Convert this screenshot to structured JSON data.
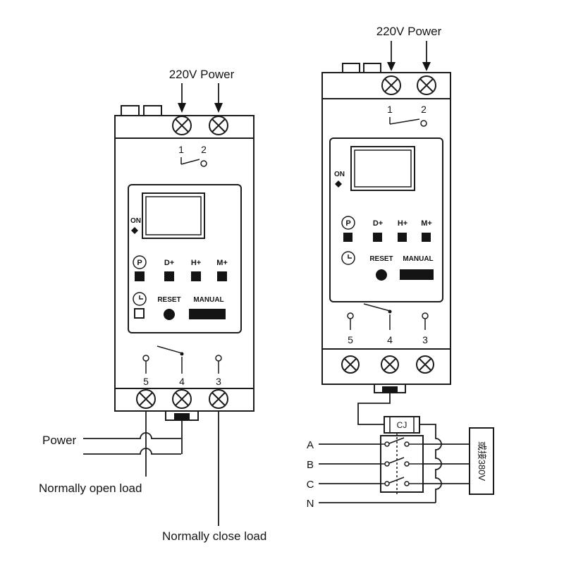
{
  "left_device": {
    "power_label": "220V Power",
    "terminals": {
      "t1": "1",
      "t2": "2",
      "t5": "5",
      "t4": "4",
      "t3": "3"
    },
    "on_label": "ON",
    "buttons": {
      "p": "P",
      "d": "D+",
      "h": "H+",
      "m": "M+",
      "reset": "RESET",
      "manual": "MANUAL"
    }
  },
  "right_device": {
    "power_label": "220V Power",
    "terminals": {
      "t1": "1",
      "t2": "2",
      "t5": "5",
      "t4": "4",
      "t3": "3"
    },
    "on_label": "ON",
    "buttons": {
      "p": "P",
      "d": "D+",
      "h": "H+",
      "m": "M+",
      "reset": "RESET",
      "manual": "MANUAL"
    }
  },
  "left_wiring": {
    "power": "Power",
    "normally_open": "Normally open load",
    "normally_close": "Normally close load"
  },
  "right_wiring": {
    "phase_a": "A",
    "phase_b": "B",
    "phase_c": "C",
    "neutral": "N",
    "contactor_label": "CJ",
    "alt_load_label": "或接380V"
  }
}
